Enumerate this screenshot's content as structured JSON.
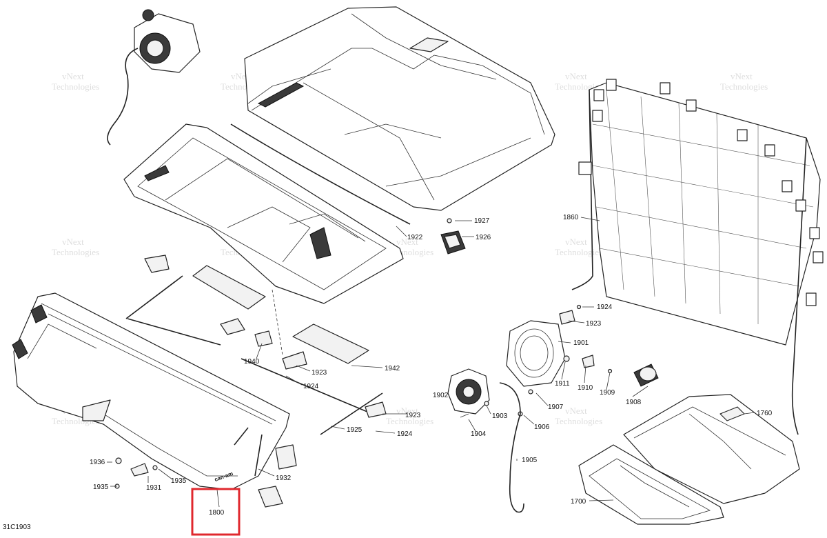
{
  "diagram_code": "31C1903",
  "highlight_color": "#e0282e",
  "watermark": {
    "line1": "vNext",
    "line2": "Technologies"
  },
  "callouts": {
    "c1800": "1800",
    "c1860": "1860",
    "c1700": "1700",
    "c1760": "1760",
    "c1901": "1901",
    "c1902": "1902",
    "c1903": "1903",
    "c1904": "1904",
    "c1905": "1905",
    "c1906": "1906",
    "c1907": "1907",
    "c1908": "1908",
    "c1909": "1909",
    "c1910": "1910",
    "c1911": "1911",
    "c1922": "1922",
    "c1923a": "1923",
    "c1923b": "1923",
    "c1923c": "1923",
    "c1924a": "1924",
    "c1924b": "1924",
    "c1924c": "1924",
    "c1925": "1925",
    "c1926": "1926",
    "c1927": "1927",
    "c1931": "1931",
    "c1932": "1932",
    "c1935a": "1935",
    "c1935b": "1935",
    "c1936": "1936",
    "c1940": "1940",
    "c1942": "1942"
  },
  "brand_logo_text": "can-am"
}
